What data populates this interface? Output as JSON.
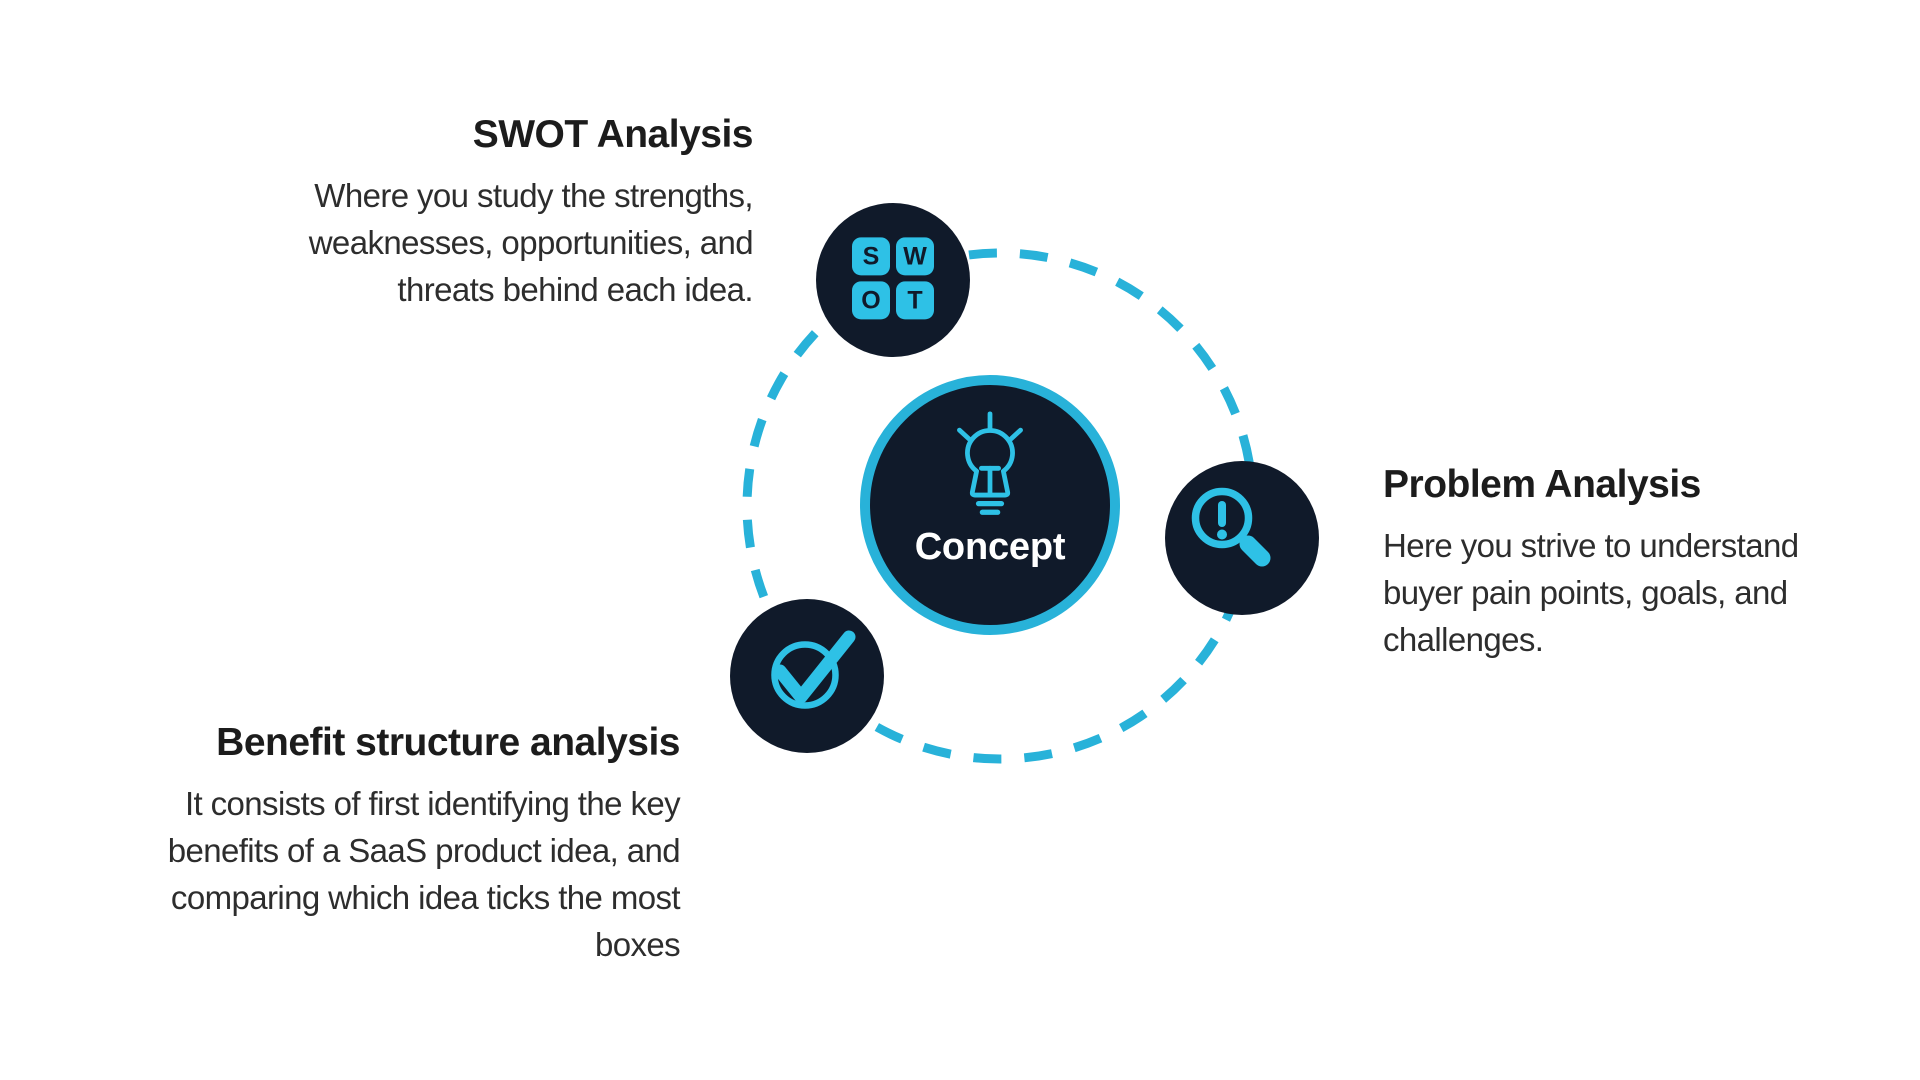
{
  "colors": {
    "background": "#ffffff",
    "navy": "#101a2a",
    "accent": "#28b2d9",
    "icon_accent": "#2ec1e6",
    "title_text": "#1c1c1c",
    "body_text": "#2d2d2d",
    "center_label_text": "#ffffff"
  },
  "center": {
    "label": "Concept"
  },
  "swot_icon": {
    "letters": [
      "S",
      "W",
      "O",
      "T"
    ]
  },
  "sections": [
    {
      "id": "swot",
      "title": "SWOT Analysis",
      "body": "Where you study the strengths,\nweaknesses, opportunities, and\nthreats behind each idea."
    },
    {
      "id": "problem",
      "title": "Problem Analysis",
      "body": "Here you strive to understand\nbuyer pain points, goals, and\nchallenges."
    },
    {
      "id": "benefit",
      "title": "Benefit structure analysis",
      "body": "It consists of first identifying the key\nbenefits of a SaaS product idea, and\ncomparing which idea ticks the most\nboxes"
    }
  ]
}
